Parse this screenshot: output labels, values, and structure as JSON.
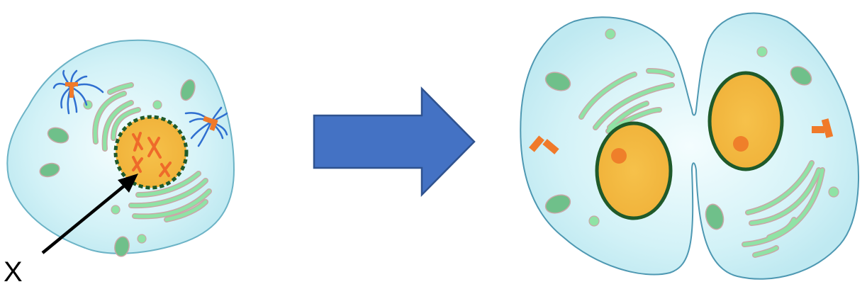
{
  "diagram": {
    "type": "cell-division-illustration",
    "label": "X",
    "stages": [
      {
        "name": "parent-cell",
        "description": "Single cell with condensed chromosomes (X-shaped) inside nucleus with dashed (breaking down) nuclear envelope; centrosomes with spindle fibers at two poles"
      },
      {
        "name": "daughter-cells",
        "description": "Two daughter cells pinching apart, each with an intact nucleus containing a nucleolus"
      }
    ],
    "pointer": {
      "label": "X",
      "points_to": "nucleus / chromosomes"
    },
    "transition_arrow": {
      "direction": "right"
    }
  },
  "colors": {
    "cytoplasm": "#cdf1f6",
    "cytoplasm_center": "#f2fcfd",
    "membrane": "#5fa8bd",
    "nucleus_fill": "#f3b93d",
    "nuclear_envelope": "#1f5a2a",
    "chromosome": "#ee6a2a",
    "organelle_green": "#8fe3a5",
    "mitochondria": "#6fc08a",
    "centriole": "#f07a2a",
    "spindle": "#2f6fd0",
    "arrow_fill": "#4472c4",
    "arrow_stroke": "#2f528f",
    "pointer_arrow": "#000000"
  }
}
